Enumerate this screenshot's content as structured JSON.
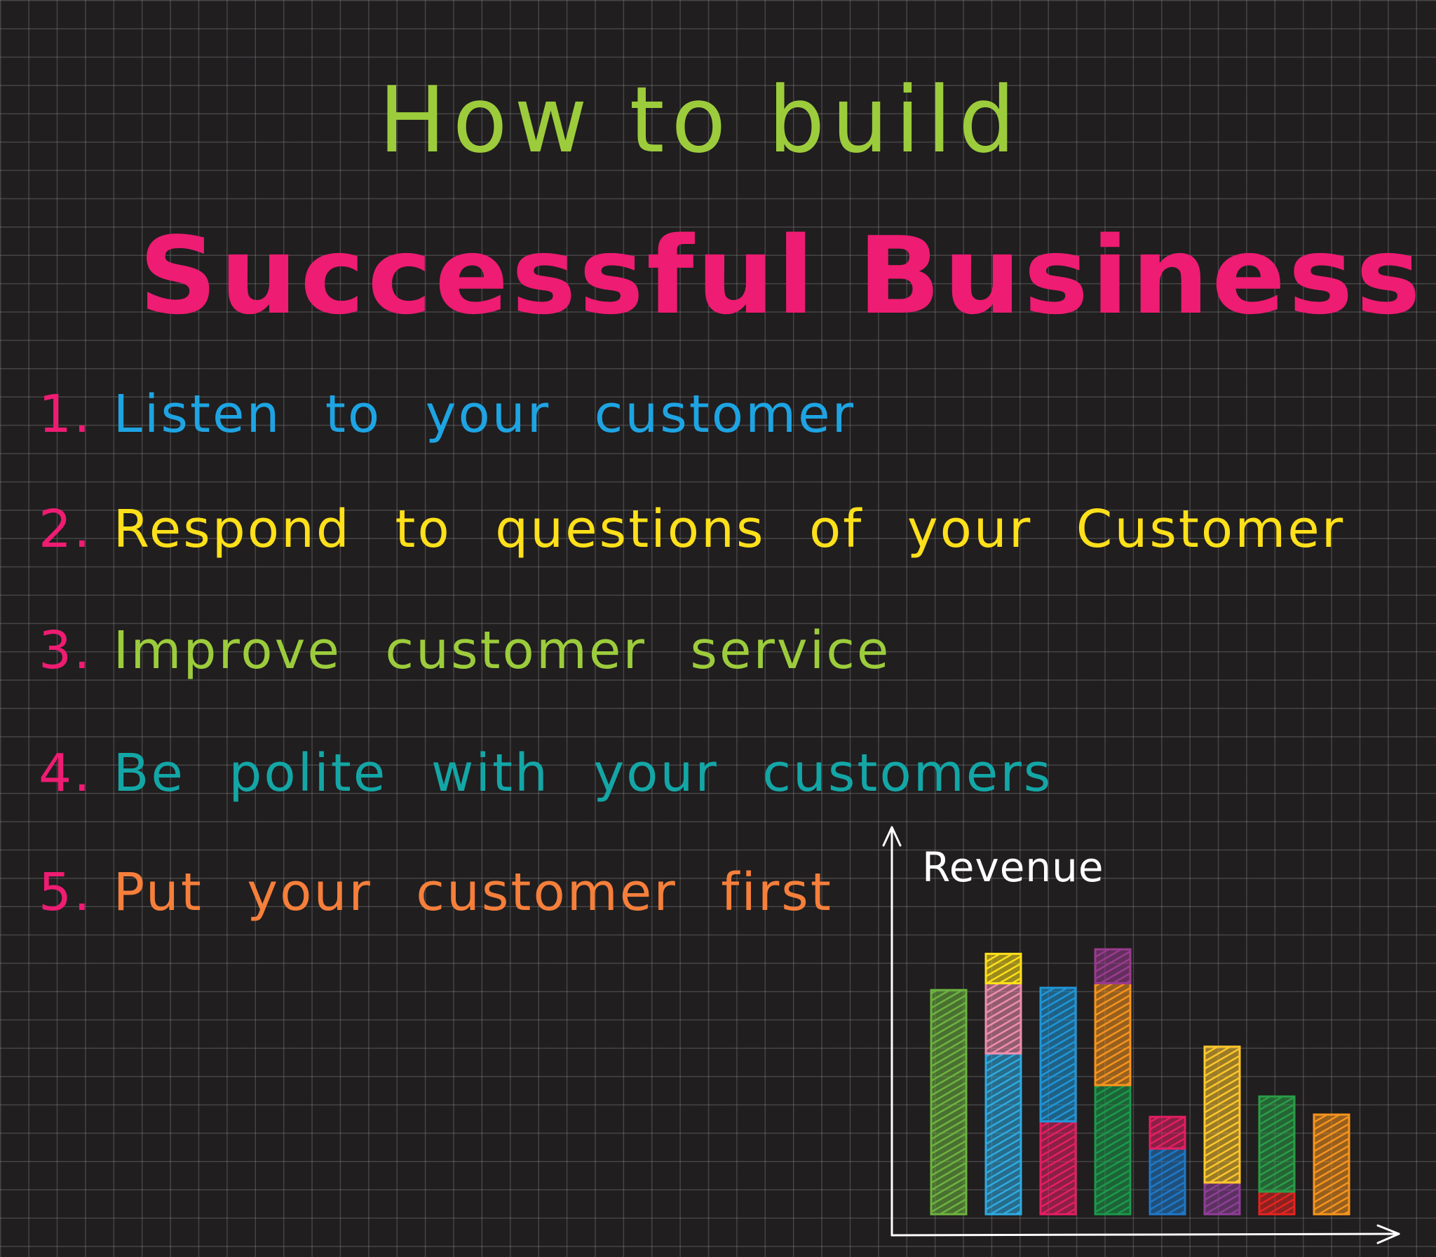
{
  "title": {
    "line1": "How to build",
    "line2": "Successful Business",
    "line1_color": "#9ccc3c",
    "line2_color": "#ee1c72"
  },
  "steps": [
    {
      "number": "1.",
      "text": "Listen to your customer",
      "color": "#1ea4e2"
    },
    {
      "number": "2.",
      "text": "Respond to questions of your Customer",
      "color": "#ffe01a"
    },
    {
      "number": "3.",
      "text": "Improve customer service",
      "color": "#9ccc3c"
    },
    {
      "number": "4.",
      "text": "Be polite with your customers",
      "color": "#14a6a6"
    },
    {
      "number": "5.",
      "text": "Put your customer first",
      "color": "#f57f3b"
    }
  ],
  "number_color": "#ee1c72",
  "background_color": "#201e1f",
  "grid_color": "#8c8c8c",
  "chart_data": {
    "type": "bar",
    "ylabel": "Revenue",
    "stacked": true,
    "axis_color": "#ffffff",
    "bars": [
      {
        "segments": [
          {
            "value": 9.9,
            "color": "#6db33f"
          }
        ]
      },
      {
        "segments": [
          {
            "value": 7.1,
            "color": "#2eaae1"
          },
          {
            "value": 3.1,
            "color": "#f08dae"
          },
          {
            "value": 1.3,
            "color": "#ffe01a"
          }
        ]
      },
      {
        "segments": [
          {
            "value": 4.1,
            "color": "#e41e63"
          },
          {
            "value": 5.9,
            "color": "#1f96d8"
          }
        ]
      },
      {
        "segments": [
          {
            "value": 5.7,
            "color": "#1b9a4b"
          },
          {
            "value": 4.5,
            "color": "#f7941d"
          },
          {
            "value": 1.5,
            "color": "#9b3b8f"
          }
        ]
      },
      {
        "segments": [
          {
            "value": 2.9,
            "color": "#1f78c8"
          },
          {
            "value": 1.4,
            "color": "#e41e63"
          }
        ]
      },
      {
        "segments": [
          {
            "value": 1.4,
            "color": "#8e3f97"
          },
          {
            "value": 6.0,
            "color": "#ffc72c"
          }
        ]
      },
      {
        "segments": [
          {
            "value": 1.0,
            "color": "#e52421"
          },
          {
            "value": 4.2,
            "color": "#2a9d47"
          }
        ]
      },
      {
        "segments": [
          {
            "value": 4.4,
            "color": "#f7941d"
          }
        ]
      }
    ]
  }
}
